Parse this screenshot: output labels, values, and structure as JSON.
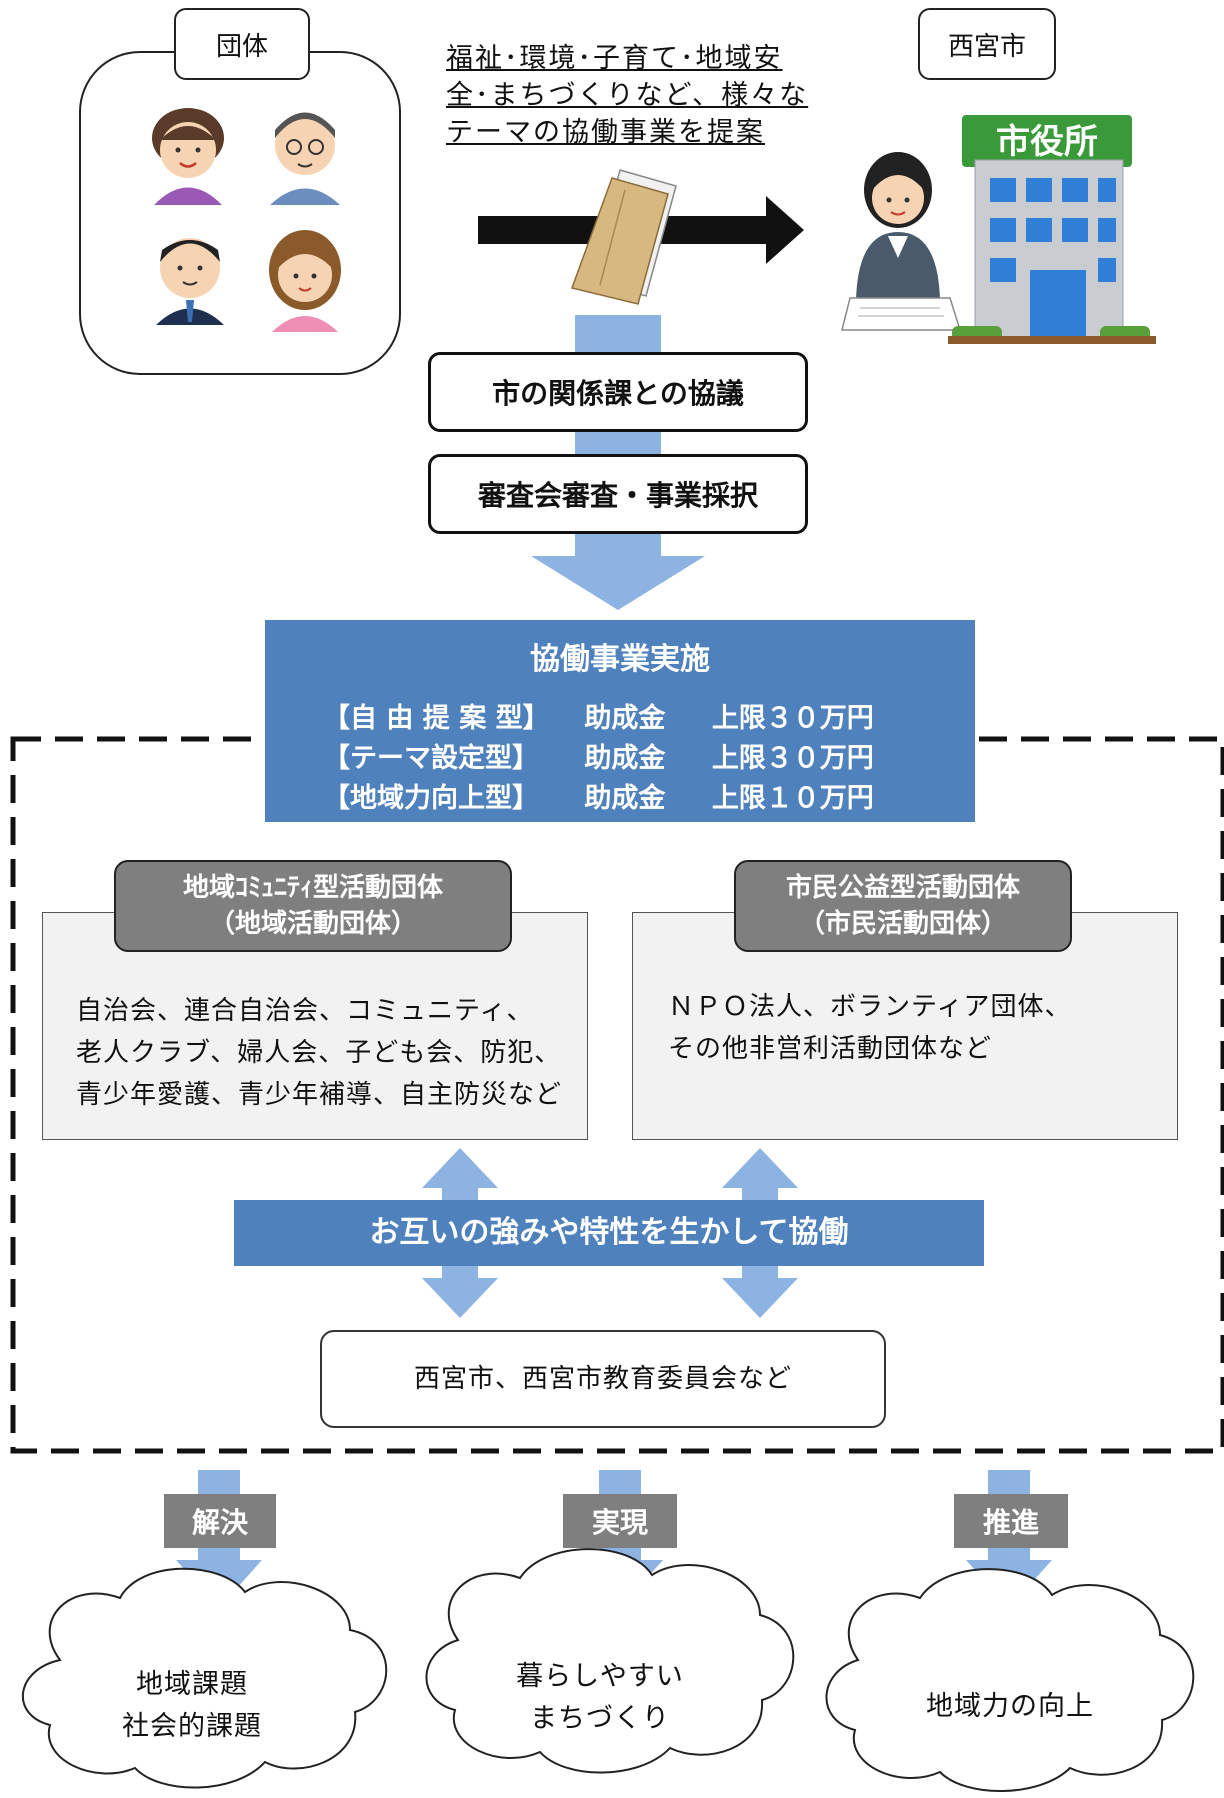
{
  "organization": {
    "label": "団体",
    "people_icons": [
      "woman-elderly-icon",
      "man-glasses-icon",
      "man-suit-icon",
      "woman-young-icon"
    ]
  },
  "city": {
    "label": "西宮市",
    "building_sign": "市役所"
  },
  "proposal": {
    "lines": [
      "福祉･環境･子育て･地域安",
      "全･まちづくりなど、様々な",
      "テーマの協働事業を提案"
    ]
  },
  "process_steps": [
    "市の関係課との協議",
    "審査会審査・事業採択"
  ],
  "implementation": {
    "title": "協働事業実施",
    "grants": [
      {
        "type": "【自 由 提 案 型】",
        "kind": "助成金",
        "limit": "上限３０万円"
      },
      {
        "type": "【テーマ設定型】",
        "kind": "助成金",
        "limit": "上限３０万円"
      },
      {
        "type": "【地域力向上型】",
        "kind": "助成金",
        "limit": "上限１０万円"
      }
    ]
  },
  "groups": {
    "community": {
      "title_lines": [
        "地域ｺﾐｭﾆﾃｨ型活動団体",
        "（地域活動団体）"
      ],
      "body_lines": [
        "自治会、連合自治会、コミュニティ、",
        "老人クラブ、婦人会、子ども会、防犯、",
        "青少年愛護、青少年補導、自主防災など"
      ]
    },
    "civic": {
      "title_lines": [
        "市民公益型活動団体",
        "（市民活動団体）"
      ],
      "body_lines": [
        "ＮＰＯ法人、ボランティア団体、",
        "その他非営利活動団体など"
      ]
    }
  },
  "collaboration_banner": "お互いの強みや特性を生かして協働",
  "city_partner": "西宮市、西宮市教育委員会など",
  "outcomes": [
    {
      "action": "解決",
      "result_lines": [
        "地域課題",
        "社会的課題"
      ]
    },
    {
      "action": "実現",
      "result_lines": [
        "暮らしやすい",
        "まちづくり"
      ]
    },
    {
      "action": "推進",
      "result_lines": [
        "地域力の向上"
      ]
    }
  ],
  "colors": {
    "banner_blue": "#4f81bd",
    "arrow_blue": "#8db3e2",
    "grey_header": "#7f7f7f",
    "box_grey": "#f2f2f2"
  }
}
